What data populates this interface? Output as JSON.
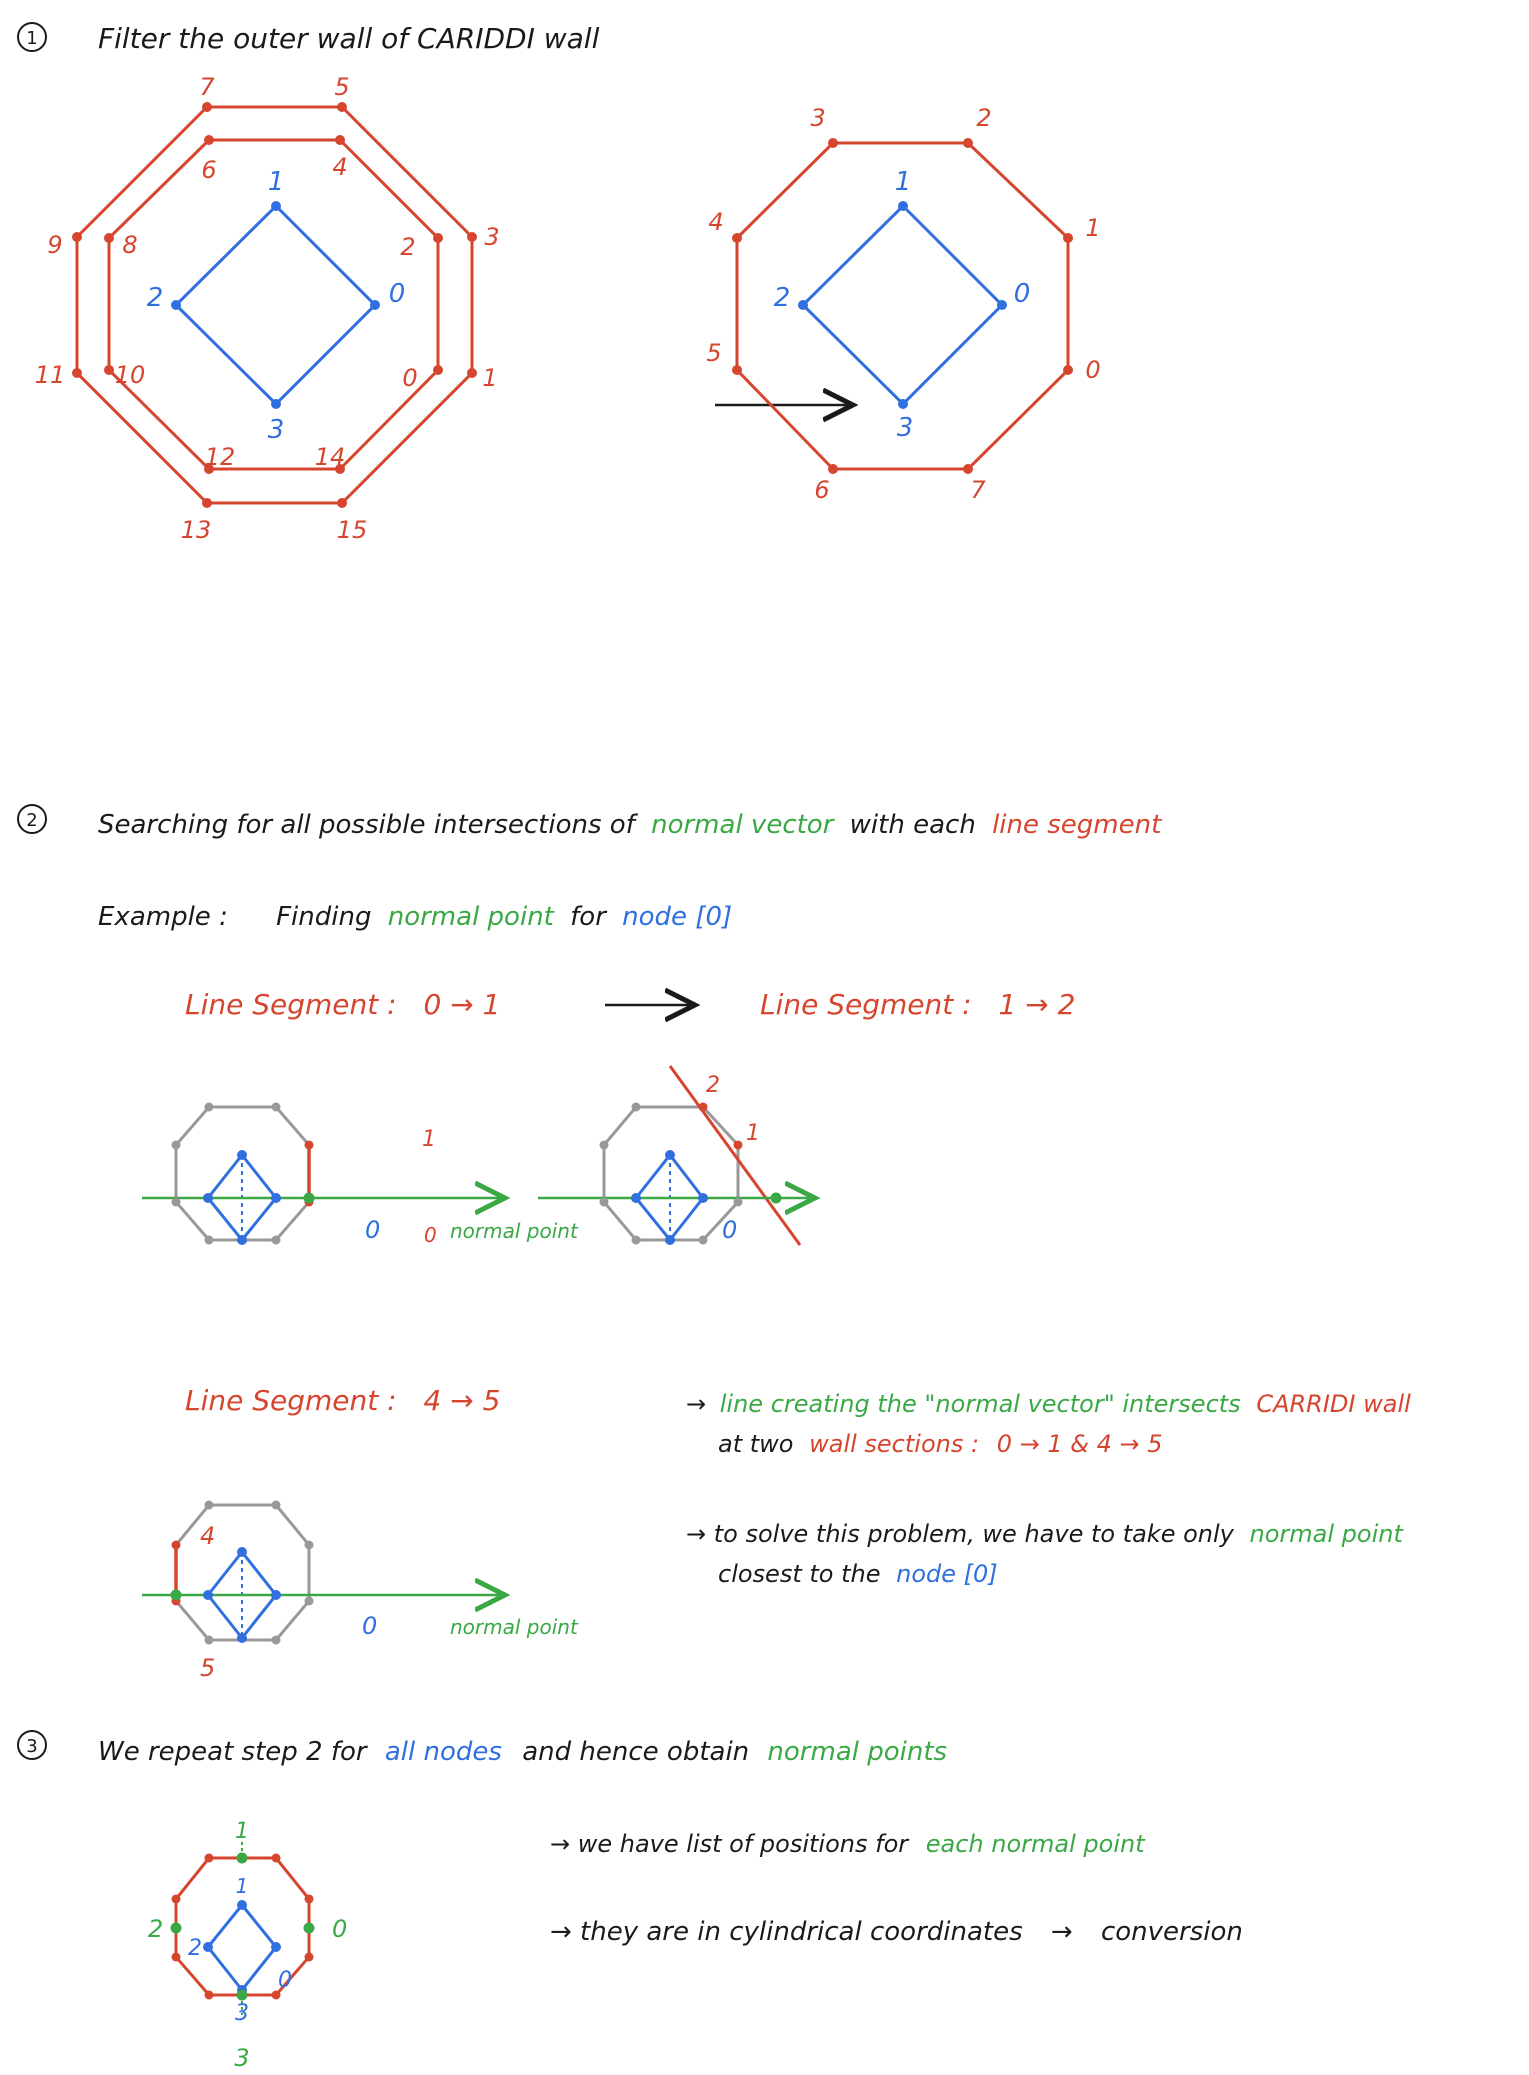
{
  "colors": {
    "red": "#d6452e",
    "blue": "#2f6fe0",
    "green": "#3aa845",
    "gray": "#999999",
    "black": "#1a1a1a"
  },
  "step1": {
    "number": "1",
    "title": "Filter the outer wall of CARIDDI wall",
    "left": {
      "outer_labels": [
        "7",
        "5",
        "3",
        "1",
        "15",
        "13",
        "11",
        "9"
      ],
      "inner_labels": [
        "6",
        "4",
        "2",
        "0",
        "14",
        "12",
        "10",
        "8"
      ],
      "node_labels": [
        "1",
        "0",
        "3",
        "2"
      ]
    },
    "right": {
      "wall_labels": [
        "3",
        "2",
        "1",
        "0",
        "7",
        "6",
        "5",
        "4"
      ],
      "node_labels": [
        "1",
        "0",
        "3",
        "2"
      ]
    }
  },
  "step2": {
    "number": "2",
    "title_parts": [
      "Searching for all possible intersections of",
      "normal vector",
      "with each",
      "line segment"
    ],
    "example_parts": [
      "Example :",
      "Finding",
      "normal point",
      "for",
      "node [0]"
    ],
    "panels": [
      {
        "label": "Line Segment :",
        "segment": "0 → 1",
        "seg_start": "0",
        "seg_end": "1",
        "node": "0",
        "point_label": "normal point"
      },
      {
        "label": "Line Segment :",
        "segment": "1 → 2",
        "seg_start": "1",
        "seg_end": "2",
        "node": "0"
      },
      {
        "label": "Line Segment :",
        "segment": "4 → 5",
        "seg_start": "4",
        "seg_end": "5",
        "node": "0",
        "point_label": "normal point"
      }
    ],
    "notes": [
      {
        "parts": [
          "→",
          "line creating the \"normal vector\" intersects",
          "CARRIDI wall"
        ],
        "line2": [
          "at two",
          "wall sections :",
          "0 → 1  &  4 → 5"
        ]
      },
      {
        "parts": [
          "→ to solve this problem, we have to take only",
          "normal point"
        ],
        "line2": [
          "closest to the",
          "node [0]"
        ]
      }
    ]
  },
  "step3": {
    "number": "3",
    "title_parts": [
      "We repeat step 2 for",
      "all nodes",
      "and hence obtain",
      "normal points"
    ],
    "node_labels": [
      "1",
      "0",
      "3",
      "2"
    ],
    "normal_labels": [
      "1",
      "0",
      "3",
      "2"
    ],
    "notes": [
      {
        "parts": [
          "→ we have list of positions for",
          "each normal point"
        ]
      },
      {
        "parts": [
          "→ they are in cylindrical coordinates",
          "→",
          "conversion"
        ]
      }
    ]
  }
}
